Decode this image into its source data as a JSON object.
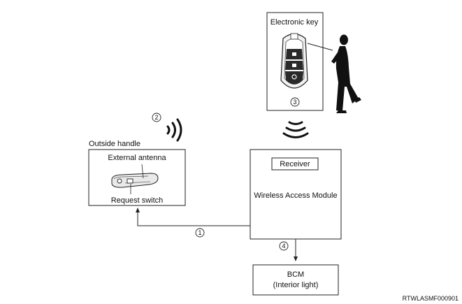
{
  "labels": {
    "electronic_key": "Electronic key",
    "outside_handle": "Outside handle",
    "external_antenna": "External antenna",
    "request_switch": "Request switch",
    "receiver": "Receiver",
    "wireless_access_module": "Wireless Access Module",
    "bcm": "BCM",
    "bcm_sub": "(Interior light)",
    "reference_code": "RTWLASMF000901"
  },
  "step_markers": {
    "step1": "1",
    "step2": "2",
    "step3": "3",
    "step4": "4"
  },
  "icons": {
    "signal_waves_left": "radio-waves-icon",
    "signal_waves_down": "radio-waves-icon",
    "key_fob": "key-fob-icon",
    "person": "person-silhouette-icon",
    "door_handle": "door-handle-icon"
  }
}
